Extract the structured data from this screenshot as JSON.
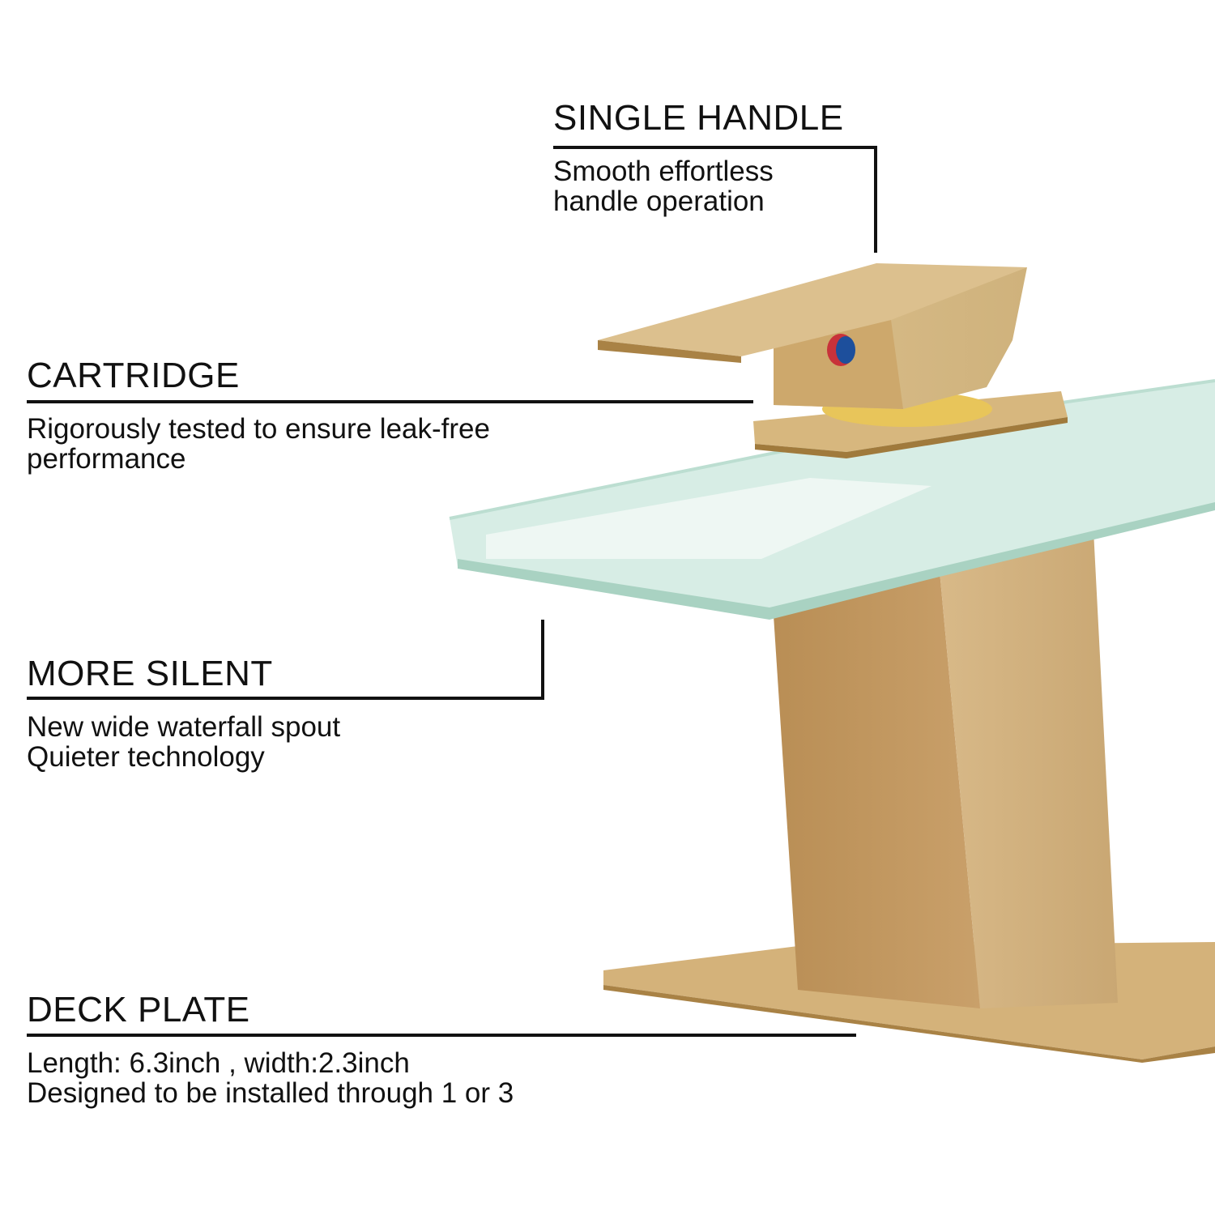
{
  "callouts": {
    "single_handle": {
      "title": "SINGLE HANDLE",
      "lines": [
        "Smooth effortless",
        "handle operation"
      ]
    },
    "cartridge": {
      "title": "CARTRIDGE",
      "lines": [
        "Rigorously tested to ensure leak-free",
        "performance"
      ]
    },
    "more_silent": {
      "title": "MORE SILENT",
      "lines": [
        "New wide waterfall spout",
        "Quieter technology"
      ]
    },
    "deck_plate": {
      "title": "DECK PLATE",
      "lines": [
        "Length: 6.3inch , width:2.3inch",
        "Designed to be installed through 1 or 3"
      ]
    }
  },
  "colors": {
    "gold": "#c9a56a",
    "glass": "#cfe8de",
    "line": "#111111",
    "hot": "#c8323a",
    "cold": "#1d4f9c"
  }
}
